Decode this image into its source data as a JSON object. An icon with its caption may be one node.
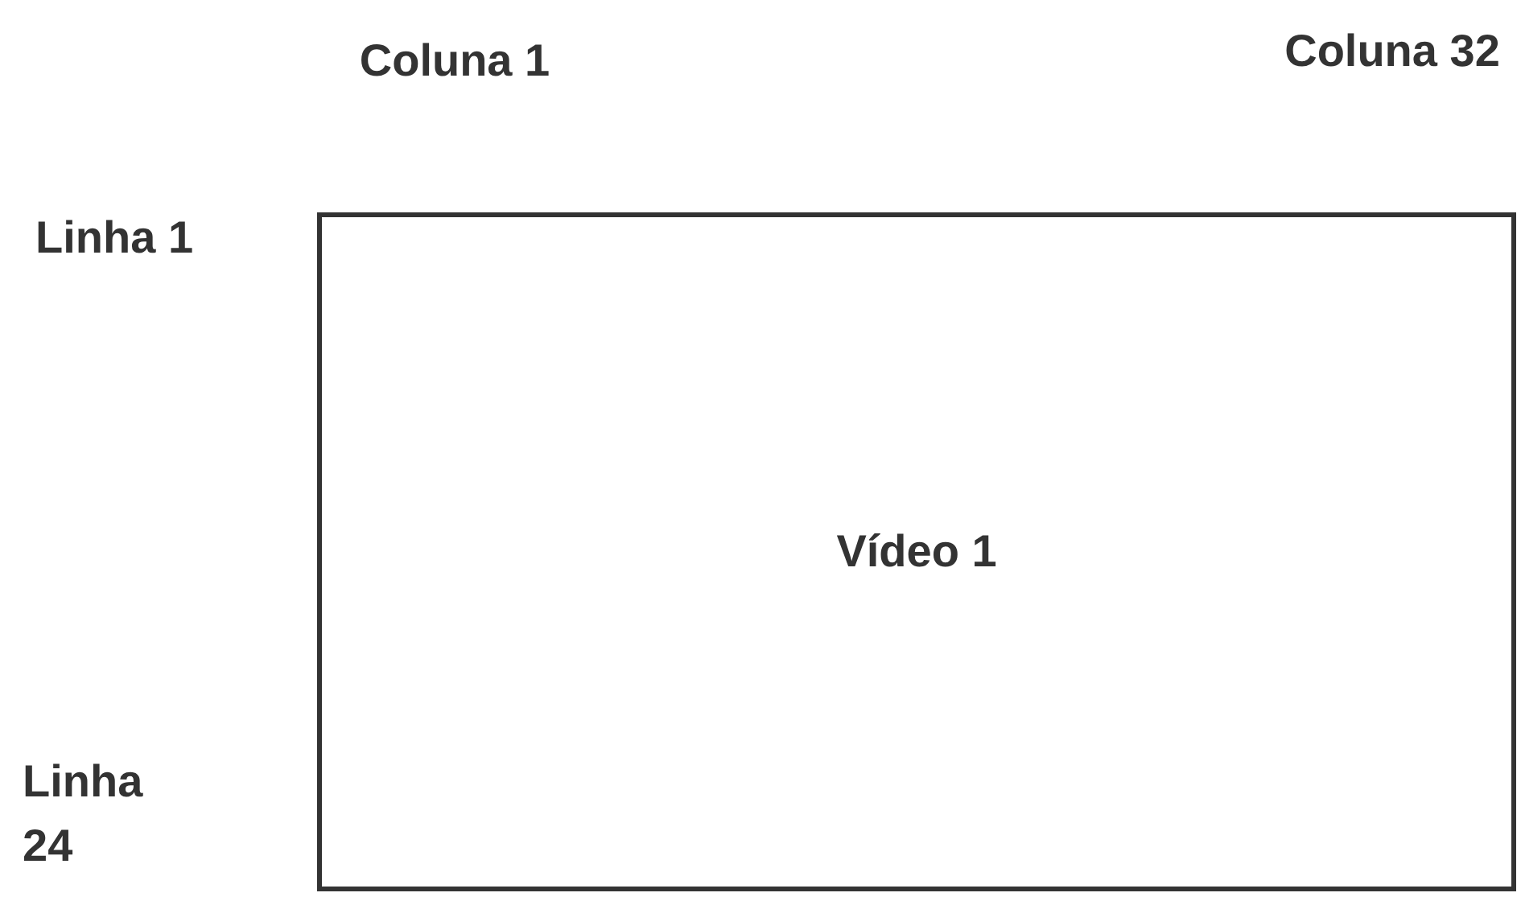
{
  "diagram": {
    "nodes": [
      {
        "text": [
          "Vídeo 1"
        ]
      }
    ],
    "labels": [
      "Coluna 1",
      "Coluna 32",
      "Linha 1",
      "Linha 24"
    ]
  }
}
